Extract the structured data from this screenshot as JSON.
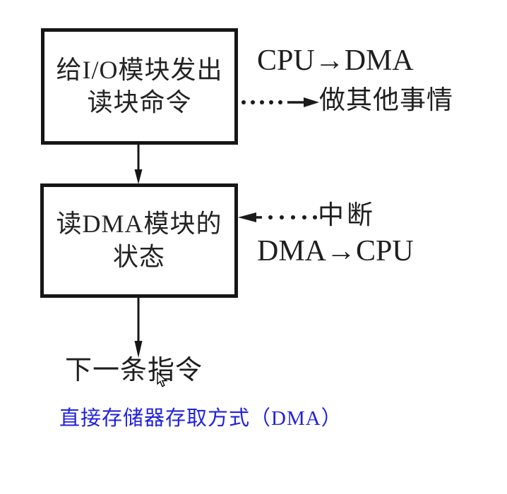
{
  "flowchart": {
    "box1": {
      "line1": "给I/O模块发出",
      "line2": "读块命令"
    },
    "box2": {
      "line1": "读DMA模块的",
      "line2": "状态"
    },
    "annotations": {
      "cpu_to_dma": "CPU→DMA",
      "do_other_things": "做其他事情",
      "interrupt": "中断",
      "dma_to_cpu": "DMA→CPU",
      "next_instruction": "下一条指令"
    },
    "caption": "直接存储器存取方式（DMA）",
    "colors": {
      "ink": "#1f1f1f",
      "box_border": "#161616",
      "caption_blue": "#2121dd",
      "background": "#ffffff"
    }
  }
}
